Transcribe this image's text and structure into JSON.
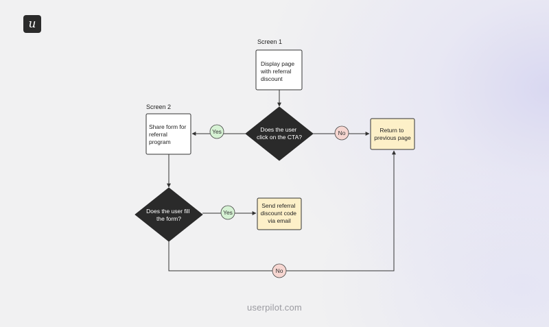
{
  "brand": {
    "logo_letter": "u",
    "footer": "userpilot.com"
  },
  "diagram": {
    "screen1_label": "Screen 1",
    "screen2_label": "Screen 2",
    "box_display": [
      "Display page",
      "with referral",
      "discount"
    ],
    "box_share": [
      "Share form for",
      "referral",
      "program"
    ],
    "box_return": [
      "Return to",
      "previous page"
    ],
    "box_send": [
      "Send referral",
      "discount code",
      "via email"
    ],
    "decision_cta": [
      "Does the user",
      "click on the CTA?"
    ],
    "decision_form": [
      "Does the user fill",
      "the form?"
    ],
    "yes_label": "Yes",
    "no_label": "No"
  },
  "colors": {
    "decision_fill": "#2a2a2a",
    "outcome_fill": "#fdf0c8",
    "yes_fill": "#d6f2d4",
    "no_fill": "#f6d6d1"
  }
}
